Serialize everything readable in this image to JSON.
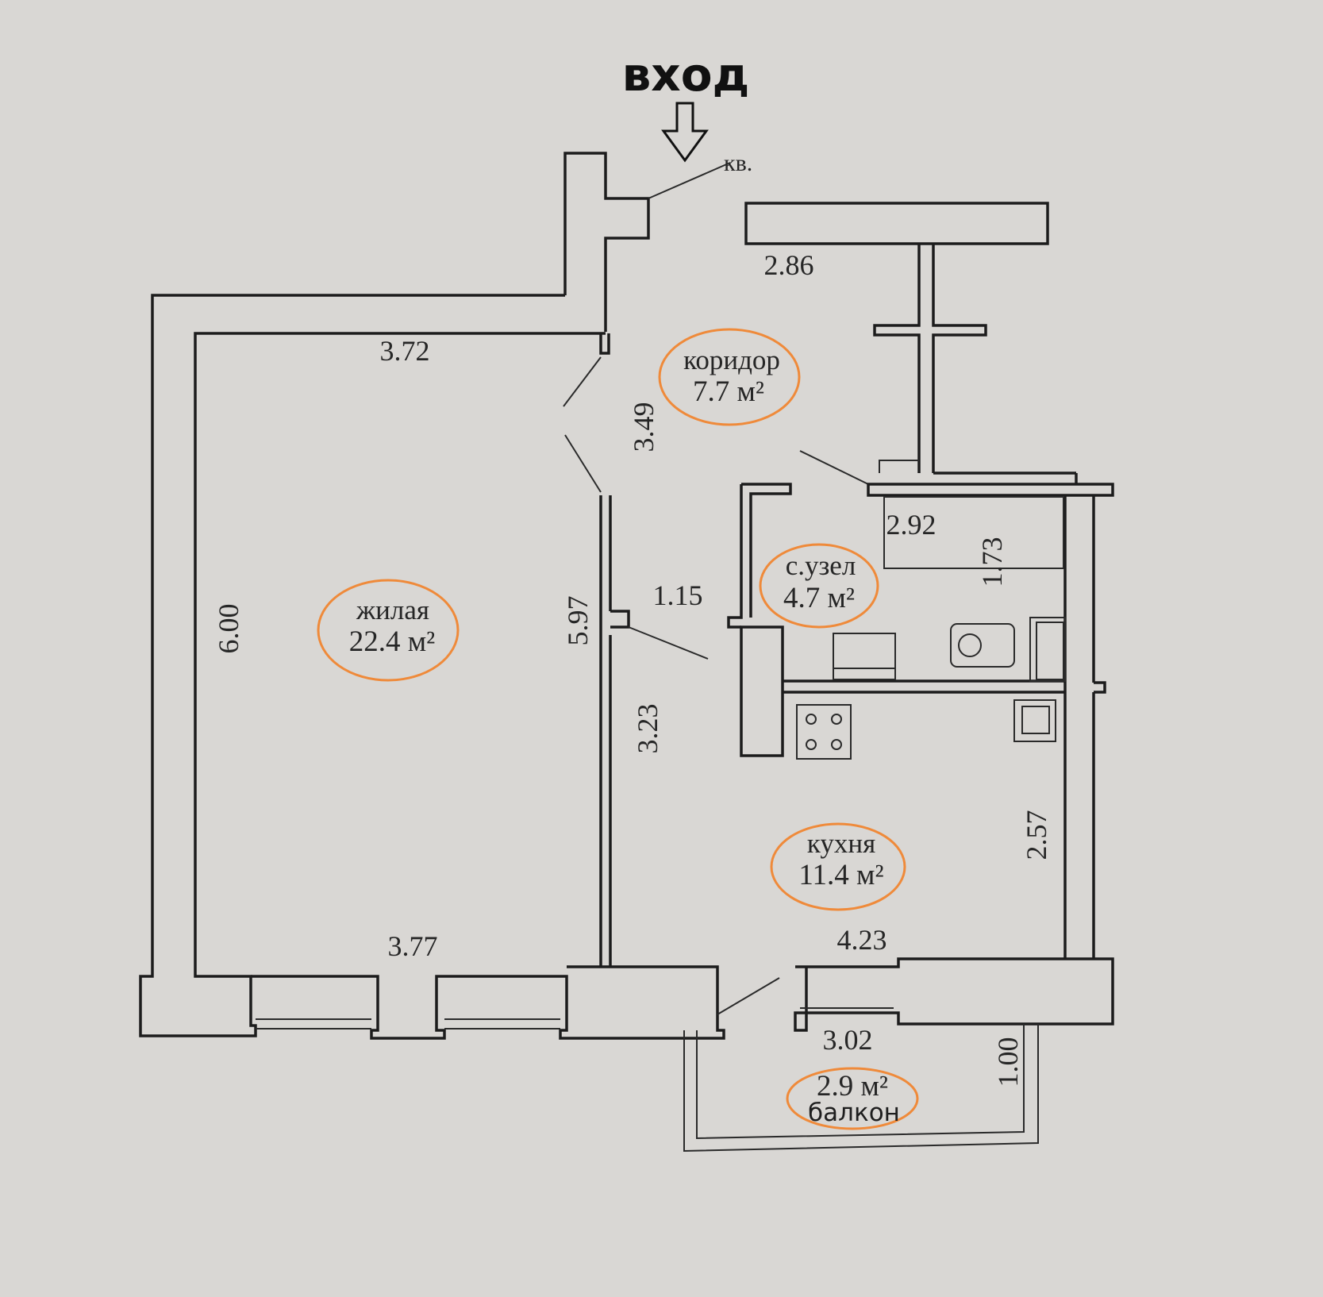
{
  "entrance": {
    "label": "вход",
    "arrow_icon": "down-arrow-icon"
  },
  "apartment_mark": "кв.",
  "accent_color": "#ef8a3a",
  "rooms": {
    "living": {
      "name": "жилая",
      "area": "22.4 м²"
    },
    "corridor": {
      "name": "коридор",
      "area": "7.7 м²"
    },
    "bathroom": {
      "name": "с.узел",
      "area": "4.7 м²"
    },
    "kitchen": {
      "name": "кухня",
      "area": "11.4 м²"
    },
    "balcony": {
      "name": "балкон",
      "area": "2.9 м²"
    }
  },
  "dimensions": {
    "living_top": "3.72",
    "living_left": "6.00",
    "living_right": "5.97",
    "living_bottom": "3.77",
    "corridor_top": "2.86",
    "corridor_side": "3.49",
    "corridor_passage": "1.15",
    "corridor_lower": "3.23",
    "bathroom_top": "2.92",
    "bathroom_side": "1.73",
    "kitchen_side": "2.57",
    "kitchen_bottom": "4.23",
    "balcony_width": "3.02",
    "balcony_depth": "1.00"
  }
}
